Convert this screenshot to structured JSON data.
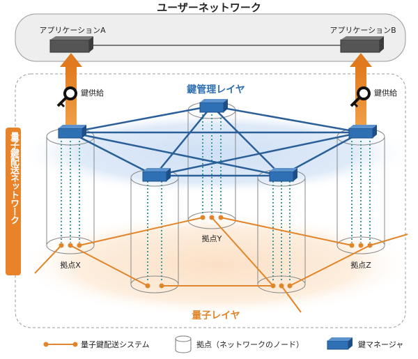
{
  "title": "ユーザーネットワーク",
  "app_a": "アプリケーションA",
  "app_b": "アプリケーションB",
  "key_supply_left": "鍵供給",
  "key_supply_right": "鍵供給",
  "key_mgmt_layer": "鍵管理レイヤ",
  "quantum_layer": "量子レイヤ",
  "side_label": "量子鍵配送ネットワーク",
  "node_x": "拠点X",
  "node_y": "拠点Y",
  "node_z": "拠点Z",
  "legend": {
    "qkd_system": "量子鍵配送システム",
    "site": "拠点（ネットワークのノード）",
    "key_manager": "鍵マネージャ"
  },
  "colors": {
    "blue": "#2f6fb3",
    "orange": "#e0852a",
    "dotted_teal": "#3a9a9a"
  }
}
